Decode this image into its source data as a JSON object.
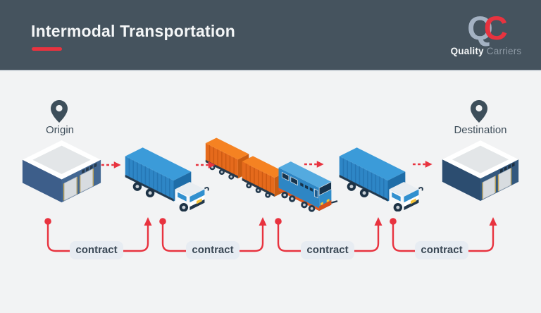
{
  "header": {
    "title": "Intermodal Transportation",
    "logo": {
      "q": "Q",
      "c": "C",
      "name_bold": "Quality",
      "name_light": "Carriers"
    }
  },
  "diagram": {
    "origin": {
      "label": "Origin",
      "icon": "location-pin-icon"
    },
    "destination": {
      "label": "Destination",
      "icon": "location-pin-icon"
    },
    "nodes": [
      {
        "name": "warehouse-origin",
        "type": "warehouse"
      },
      {
        "name": "box-truck-pickup",
        "type": "truck"
      },
      {
        "name": "freight-train",
        "type": "train"
      },
      {
        "name": "box-truck-delivery",
        "type": "truck"
      },
      {
        "name": "warehouse-destination",
        "type": "warehouse"
      }
    ],
    "flow_arrow_count": 4,
    "connectors": [
      {
        "label": "contract"
      },
      {
        "label": "contract"
      },
      {
        "label": "contract"
      },
      {
        "label": "contract"
      }
    ]
  },
  "colors": {
    "header_bg": "#45535e",
    "accent_red": "#e8333f",
    "canvas_bg": "#f2f3f4",
    "slate_text": "#3f4e5a",
    "contract_label_bg": "#e7ecf2",
    "truck_blue": "#2e86c6",
    "train_orange": "#ee7019",
    "warehouse_blue": "#3d5e8a",
    "warehouse_navy": "#2c4d70",
    "logo_q_color": "#a4b2c3",
    "logo_c_color": "#e8333f"
  }
}
